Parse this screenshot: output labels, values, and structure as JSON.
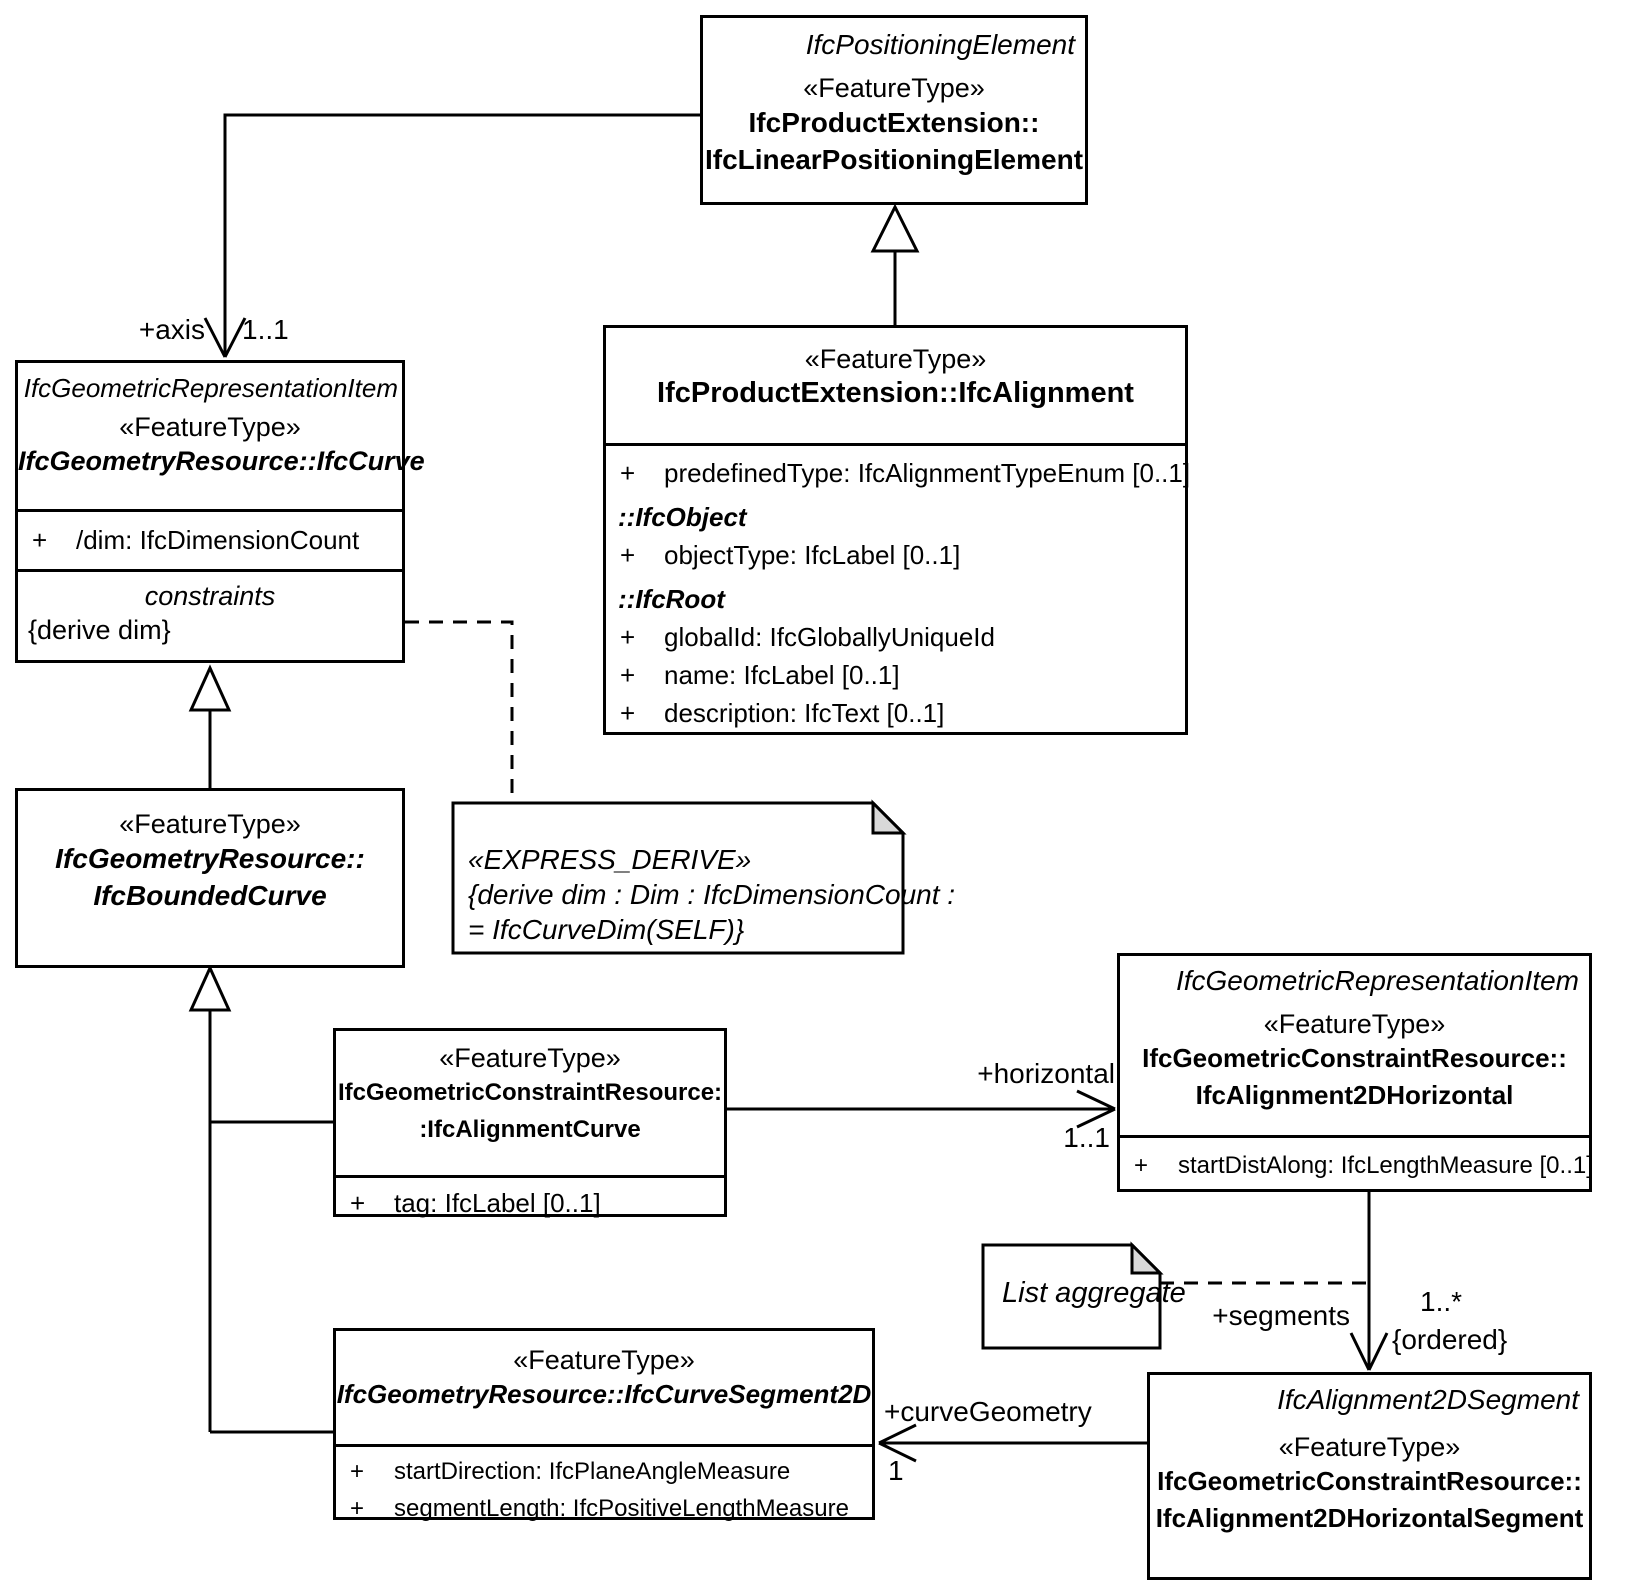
{
  "colors": {
    "line": "#000000",
    "background": "#ffffff",
    "note_fold": "#d9d9d9"
  },
  "classes": {
    "linear_positioning": {
      "context": "IfcPositioningElement",
      "stereotype": "«FeatureType»",
      "name_line1": "IfcProductExtension::",
      "name_line2": "IfcLinearPositioningElement"
    },
    "alignment": {
      "stereotype": "«FeatureType»",
      "name": "IfcProductExtension::IfcAlignment",
      "attrs": [
        {
          "vis": "+",
          "text": "predefinedType: IfcAlignmentTypeEnum [0..1]"
        },
        {
          "vis": "+",
          "text": "objectType: IfcLabel [0..1]"
        },
        {
          "vis": "+",
          "text": "globalId: IfcGloballyUniqueId"
        },
        {
          "vis": "+",
          "text": "name: IfcLabel [0..1]"
        },
        {
          "vis": "+",
          "text": "description: IfcText [0..1]"
        }
      ],
      "group1": "::IfcObject",
      "group2": "::IfcRoot"
    },
    "curve": {
      "context": "IfcGeometricRepresentationItem",
      "stereotype": "«FeatureType»",
      "name": "IfcGeometryResource::IfcCurve",
      "attrs": [
        {
          "vis": "+",
          "text": "/dim: IfcDimensionCount"
        }
      ],
      "constraints_title": "constraints",
      "constraint_line": "{derive dim}"
    },
    "bounded_curve": {
      "stereotype": "«FeatureType»",
      "name_line1": "IfcGeometryResource::",
      "name_line2": "IfcBoundedCurve"
    },
    "alignment_curve": {
      "stereotype": "«FeatureType»",
      "name_line1": "IfcGeometricConstraintResource:",
      "name_line2": ":IfcAlignmentCurve",
      "attrs": [
        {
          "vis": "+",
          "text": "tag: IfcLabel [0..1]"
        }
      ]
    },
    "alignment_2d_horizontal": {
      "context": "IfcGeometricRepresentationItem",
      "stereotype": "«FeatureType»",
      "name_line1": "IfcGeometricConstraintResource::",
      "name_line2": "IfcAlignment2DHorizontal",
      "attrs": [
        {
          "vis": "+",
          "text": "startDistAlong: IfcLengthMeasure [0..1]"
        }
      ]
    },
    "curve_segment_2d": {
      "stereotype": "«FeatureType»",
      "name": "IfcGeometryResource::IfcCurveSegment2D",
      "attrs": [
        {
          "vis": "+",
          "text": "startDirection: IfcPlaneAngleMeasure"
        },
        {
          "vis": "+",
          "text": "segmentLength: IfcPositiveLengthMeasure"
        }
      ]
    },
    "alignment_2d_segment": {
      "context": "IfcAlignment2DSegment",
      "stereotype": "«FeatureType»",
      "name_line1": "IfcGeometricConstraintResource::",
      "name_line2": "IfcAlignment2DHorizontalSegment"
    }
  },
  "notes": {
    "express_derive": {
      "line1": "«EXPRESS_DERIVE»",
      "line2": "{derive dim : Dim : IfcDimensionCount :",
      "line3": "= IfcCurveDim(SELF)}"
    },
    "list_aggregate": {
      "text": "List aggregate"
    }
  },
  "associations": {
    "axis": {
      "role": "+axis",
      "multiplicity": "1..1"
    },
    "horizontal": {
      "role": "+horizontal",
      "multiplicity": "1..1"
    },
    "segments": {
      "role": "+segments",
      "multiplicity": "1..*",
      "constraint": "{ordered}"
    },
    "curve_geometry": {
      "role": "+curveGeometry",
      "multiplicity": "1"
    }
  }
}
